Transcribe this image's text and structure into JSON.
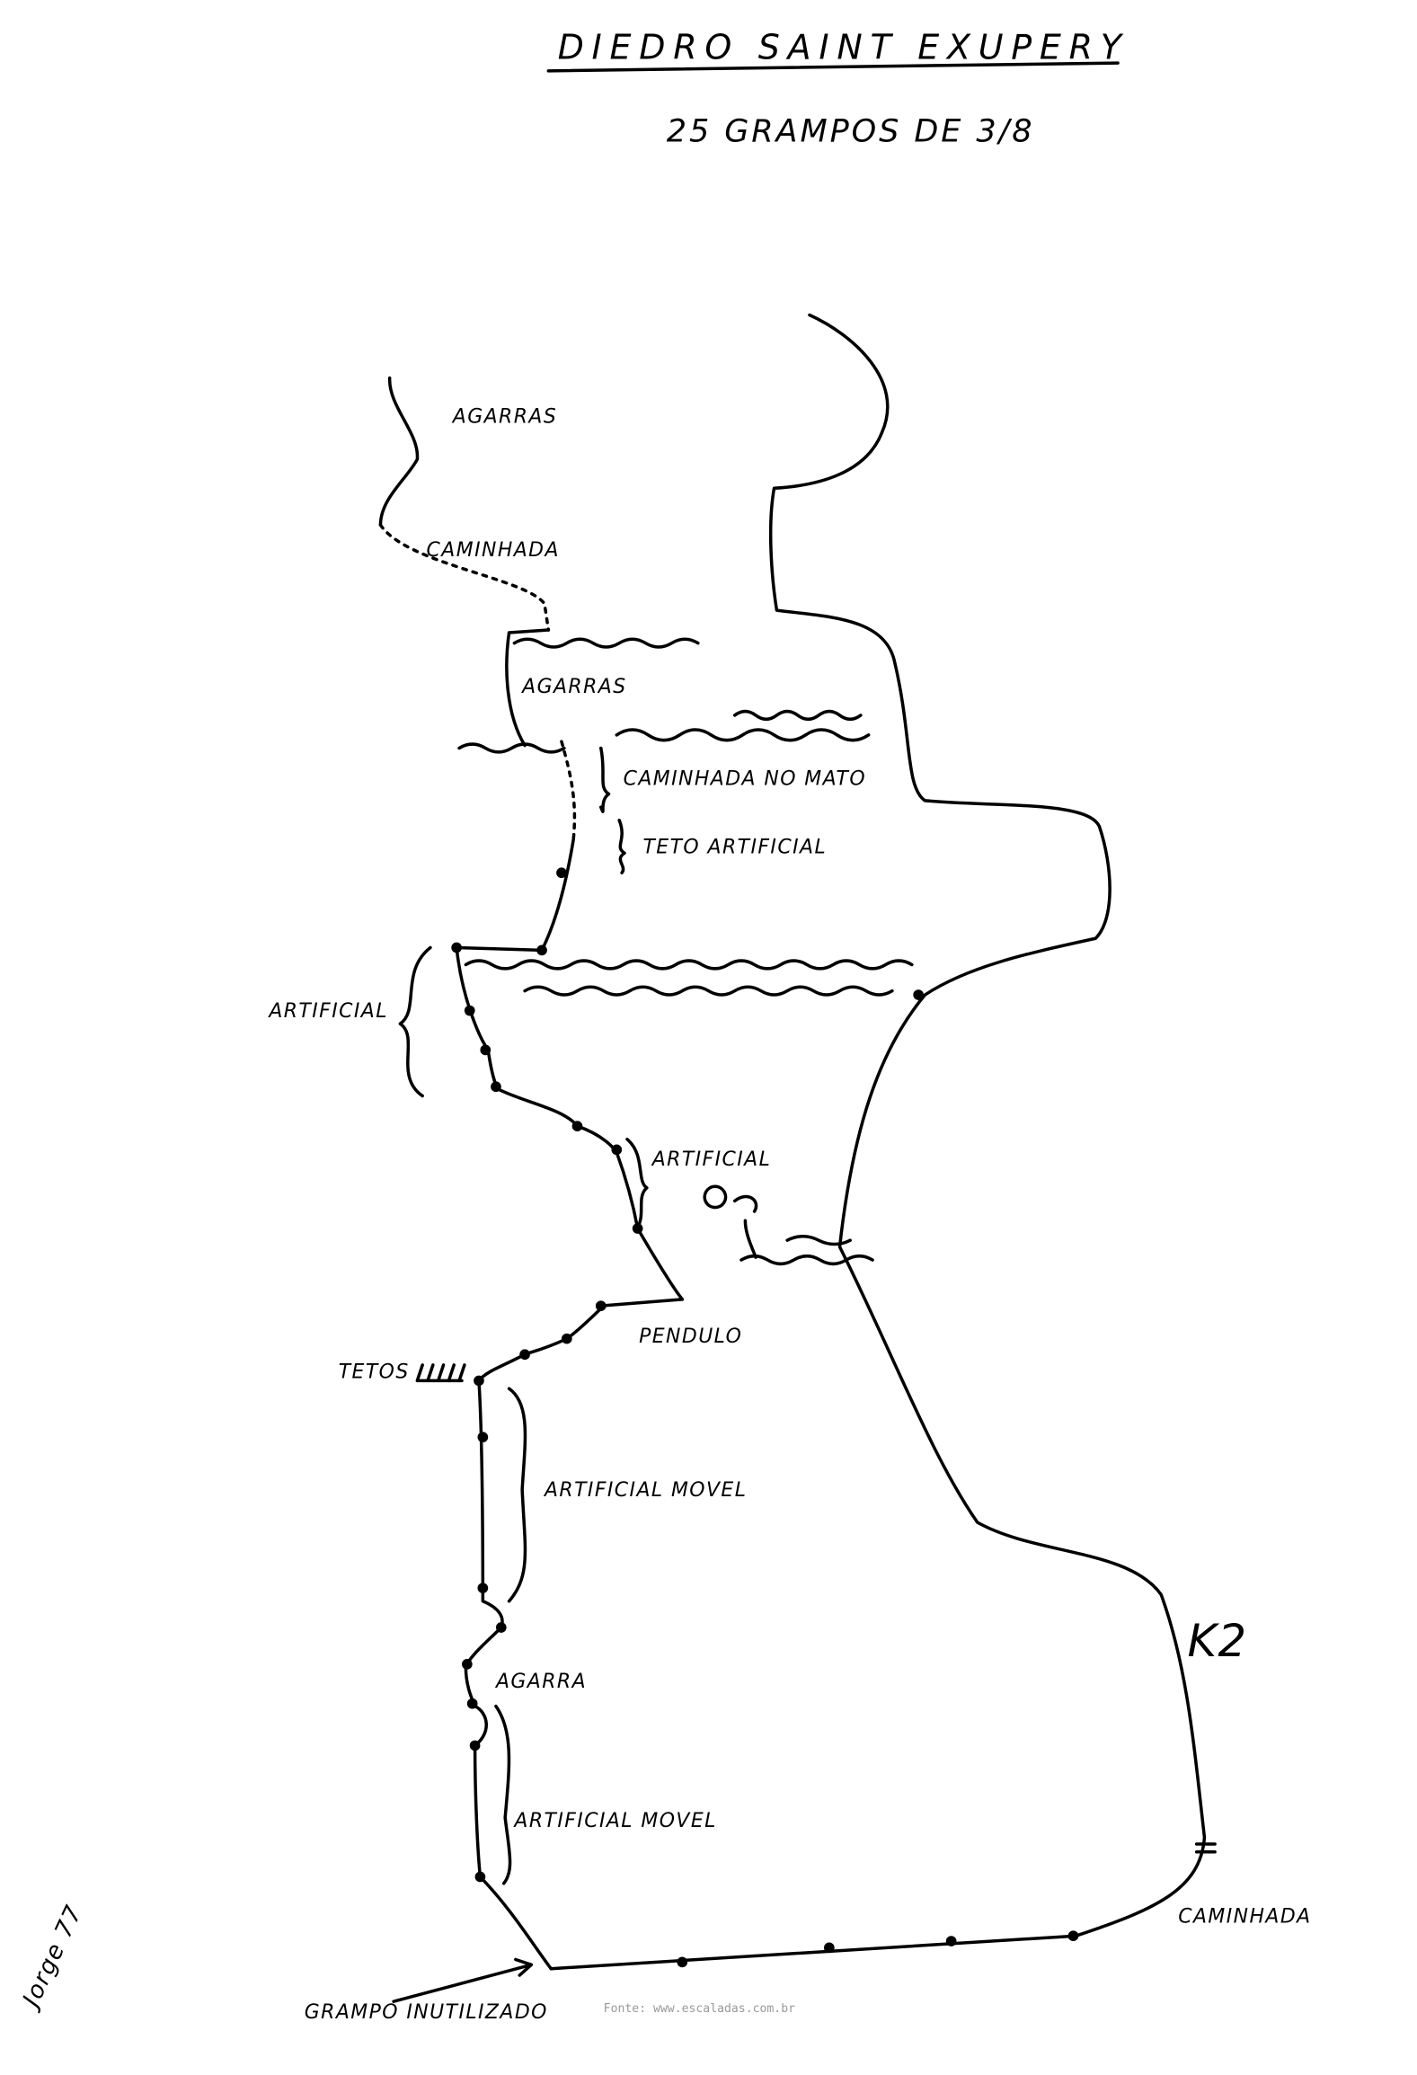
{
  "title": "DIEDRO SAINT EXUPERY",
  "subtitle": "25 GRAMPOS DE 3/8",
  "labels": {
    "agarras_top": "AGARRAS",
    "caminhada_top": "CAMINHADA",
    "agarras_mid": "AGARRAS",
    "caminhada_no_mato": "CAMINHADA NO MATO",
    "teto_artificial": "TETO ARTIFICIAL",
    "artificial_left": "ARTIFICIAL",
    "artificial_right": "ARTIFICIAL",
    "pendulo": "PENDULO",
    "tetos": "TETOS",
    "artificial_movel_1": "ARTIFICIAL MOVEL",
    "k2": "K2",
    "agarra": "AGARRA",
    "artificial_movel_2": "ARTIFICIAL MOVEL",
    "caminhada_bottom": "CAMINHADA",
    "grampo_inutilizado": "GRAMPO INUTILIZADO"
  },
  "signature": "Jorge 77",
  "source": "Fonte: www.escaladas.com.br"
}
